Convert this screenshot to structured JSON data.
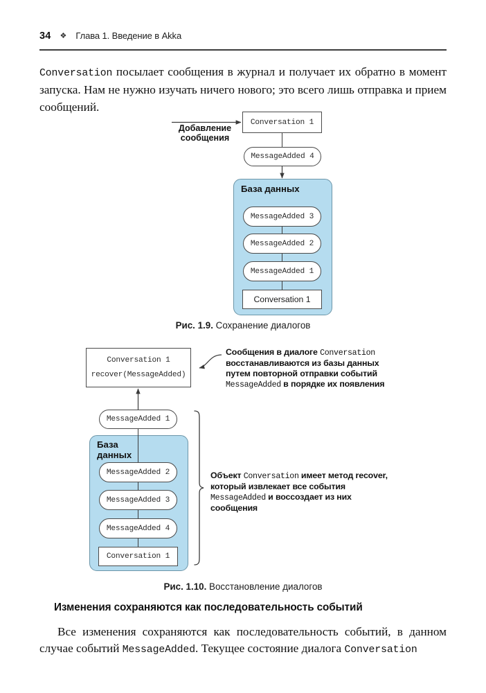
{
  "page": {
    "folio": "34",
    "diamond_icon": "diamond-ornament",
    "chapter": "Глава 1. Введение в Akka"
  },
  "paragraphs": {
    "intro_mono": "Conversation",
    "intro_rest": " посылает сообщения в журнал и получает их обратно в момент запуска. Нам не нужно изучать ничего нового; это всего лишь отправка и прием сообщений.",
    "closing_a": "Все изменения сохраняются как последовательность событий, в данном случае событий ",
    "closing_mono1": "MessageAdded",
    "closing_b": ". Текущее состояние диалога ",
    "closing_mono2": "Conversation"
  },
  "heading": "Изменения сохраняются как последовательность событий",
  "figure_1_9": {
    "caption_label": "Рис. 1.9.",
    "caption_text": " Сохранение диалогов",
    "input_arrow_label": "Добавление\nсообщения",
    "actor_box": "Conversation 1",
    "event_box": "MessageAdded 4",
    "db_label": "База данных",
    "db_entries": [
      "MessageAdded 3",
      "MessageAdded 2",
      "MessageAdded 1"
    ],
    "db_snapshot": "Conversation 1"
  },
  "figure_1_10": {
    "caption_label": "Рис. 1.10.",
    "caption_text": " Восстановление диалогов",
    "actor_box_line1": "Conversation 1",
    "actor_box_line2": "recover(MessageAdded)",
    "replay_event": "MessageAdded 1",
    "db_label": "База\nданных",
    "db_entries": [
      "MessageAdded 2",
      "MessageAdded 3",
      "MessageAdded 4"
    ],
    "db_snapshot": "Conversation 1",
    "annotation_top": {
      "a": "Сообщения в диалоге ",
      "mono1": "Conversation",
      "b": " восстанавливаются из базы данных путем повторной отправки событий ",
      "mono2": "MessageAdded",
      "c": " в порядке их появления"
    },
    "annotation_brace": {
      "a": "Объект ",
      "mono1": "Conversation",
      "b": " имеет метод recover, который извлекает все события ",
      "mono2": "MessageAdded",
      "c": " и воссоздает из них сообщения"
    }
  },
  "colors": {
    "db_fill": "#b5dcef",
    "db_stroke": "#6b95a8",
    "rule": "#3c3c3c",
    "line": "#3a3a3a"
  }
}
